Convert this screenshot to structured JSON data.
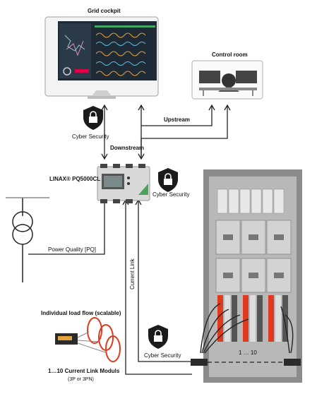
{
  "labels": {
    "grid_cockpit": "Grid cockpit",
    "control_room": "Control room",
    "upstream": "Upstream",
    "downstream": "Downstream",
    "cyber_security_1": "Cyber Security",
    "cyber_security_2": "Cyber Security",
    "cyber_security_3": "Cyber Security",
    "device_name": "LINAX® PQ5000CL",
    "power_quality": "Power Quality [PQ]",
    "current_link": "Current Link",
    "individual_load_flow": "Individual load flow (scalable)",
    "current_link_moduls": "1…10 Current Link Moduls",
    "current_link_moduls_sub": "(3P or 3PN)",
    "range": "1 … 10"
  },
  "colors": {
    "line": "#222222",
    "panel_gray": "#9a9a9a",
    "cabinet_gray": "#8c8c8c",
    "red_cable": "#e03a1e",
    "device_green": "#4aa35a"
  },
  "icons": [
    "lock-shield-icon",
    "transformer-icon",
    "monitor-icon",
    "operator-icon",
    "device-icon",
    "cabinet-icon",
    "clamp-icon"
  ]
}
